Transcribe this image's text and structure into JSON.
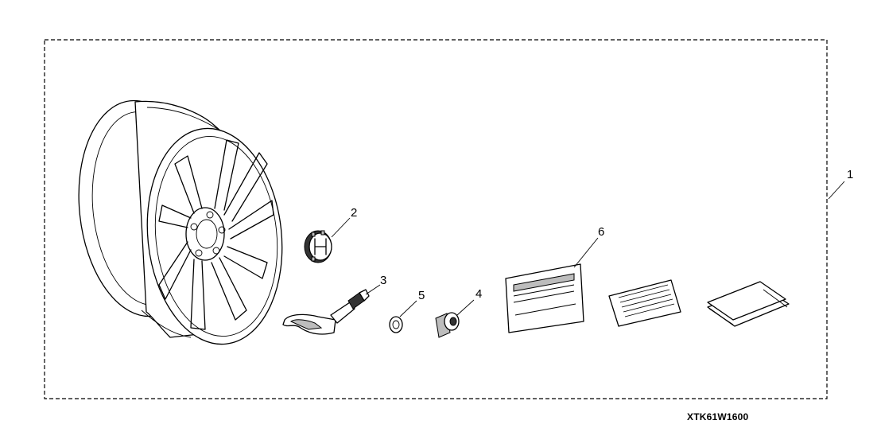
{
  "figure_code": "XTK61W1600",
  "callouts": [
    {
      "id": "1",
      "label": "1"
    },
    {
      "id": "2",
      "label": "2"
    },
    {
      "id": "3",
      "label": "3"
    },
    {
      "id": "4",
      "label": "4"
    },
    {
      "id": "5",
      "label": "5"
    },
    {
      "id": "6",
      "label": "6"
    }
  ]
}
